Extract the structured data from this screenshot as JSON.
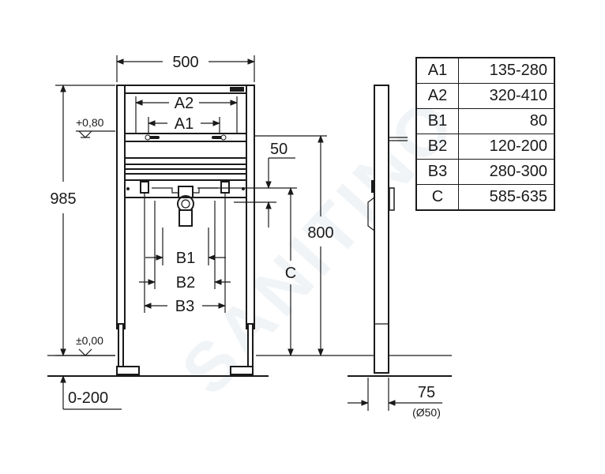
{
  "drawing": {
    "width_label": "500",
    "height_label": "985",
    "a1_label": "A1",
    "a2_label": "A2",
    "b1_label": "B1",
    "b2_label": "B2",
    "b3_label": "B3",
    "c_label": "C",
    "mounting_height_label": "800",
    "offset_label": "50",
    "upper_level_label": "+0,80",
    "floor_level_label": "±0,00",
    "foot_range_label": "0-200",
    "depth_label": "75",
    "depth_note": "(Ø50)"
  },
  "dimension_table": {
    "rows": [
      {
        "code": "A1",
        "value": "135-280"
      },
      {
        "code": "A2",
        "value": "320-410"
      },
      {
        "code": "B1",
        "value": "80"
      },
      {
        "code": "B2",
        "value": "120-200"
      },
      {
        "code": "B3",
        "value": "280-300"
      },
      {
        "code": "C",
        "value": "585-635"
      }
    ]
  },
  "watermark": {
    "text": "SANITINO"
  },
  "colors": {
    "line": "#1a1a1a",
    "background": "#ffffff",
    "watermark": "#b4c3d2"
  }
}
